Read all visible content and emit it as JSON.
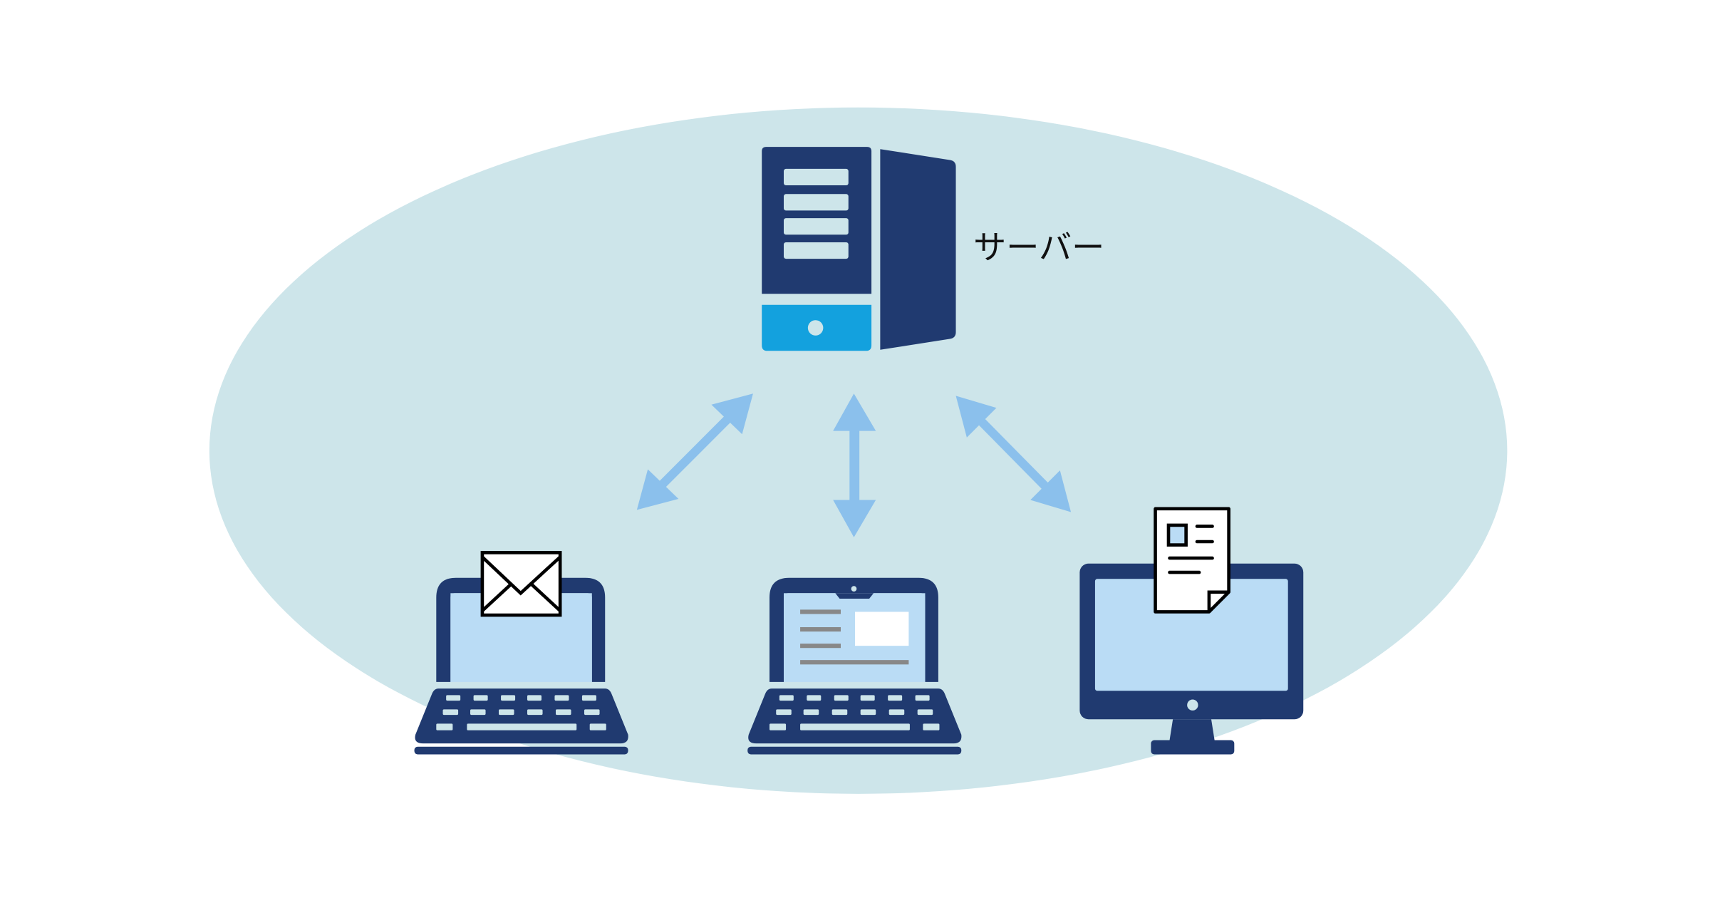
{
  "diagram": {
    "server_label": "サーバー",
    "nodes": [
      {
        "id": "server",
        "icon": "server-icon"
      },
      {
        "id": "laptop-mail",
        "icon": "laptop-icon",
        "overlay": "envelope-icon"
      },
      {
        "id": "laptop-web",
        "icon": "laptop-icon",
        "overlay": "web-page-icon"
      },
      {
        "id": "desktop-doc",
        "icon": "desktop-monitor-icon",
        "overlay": "document-icon"
      }
    ],
    "edges": [
      {
        "from": "server",
        "to": "laptop-mail",
        "direction": "bidirectional"
      },
      {
        "from": "server",
        "to": "laptop-web",
        "direction": "bidirectional"
      },
      {
        "from": "server",
        "to": "desktop-doc",
        "direction": "bidirectional"
      }
    ],
    "colors": {
      "background_ellipse": "#cde5ea",
      "device_navy": "#203a70",
      "screen_light": "#badcf5",
      "server_accent": "#13a1de",
      "arrow": "#8bc0ec"
    }
  }
}
